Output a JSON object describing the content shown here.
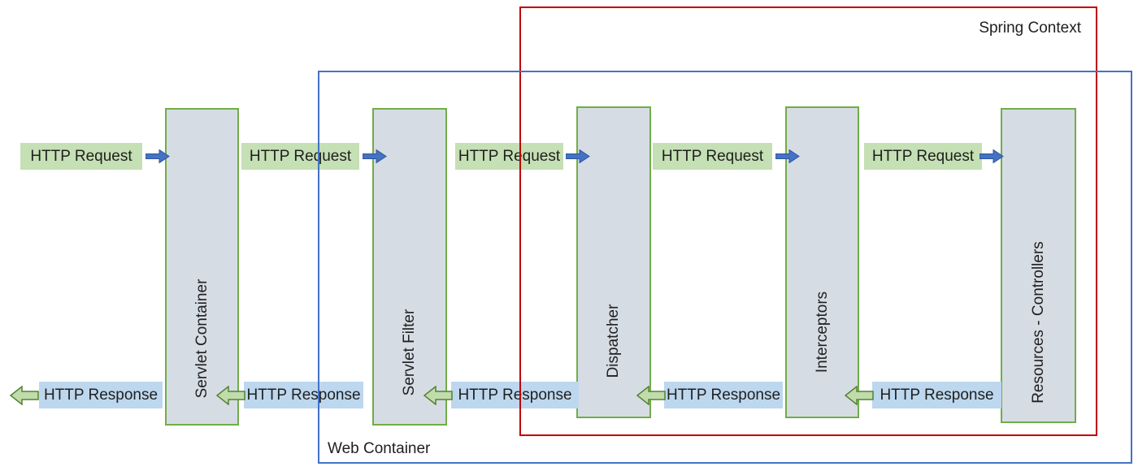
{
  "diagram": {
    "spring_context_label": "Spring Context",
    "web_container_label": "Web Container",
    "components": [
      {
        "label": "Servlet Container"
      },
      {
        "label": "Servlet Filter"
      },
      {
        "label": "Dispatcher"
      },
      {
        "label": "Interceptors"
      },
      {
        "label": "Resources - Controllers"
      }
    ],
    "request_flow": [
      {
        "text": "HTTP Request"
      },
      {
        "text": "HTTP Request"
      },
      {
        "text": "HTTP Request"
      },
      {
        "text": "HTTP Request"
      },
      {
        "text": "HTTP Request"
      }
    ],
    "response_flow": [
      {
        "text": "HTTP Response"
      },
      {
        "text": "HTTP Response"
      },
      {
        "text": "HTTP Response"
      },
      {
        "text": "HTTP Response"
      },
      {
        "text": "HTTP Response"
      }
    ],
    "colors": {
      "request_tag_bg": "#c5e0b4",
      "response_tag_bg": "#bdd7ee",
      "component_fill": "#d6dce4",
      "component_border": "#70ad47",
      "spring_context_border": "#c00000",
      "web_container_border": "#4472c4",
      "request_arrow_fill": "#4472c4",
      "request_arrow_border": "#2f5597",
      "response_arrow_fill": "#c1dcab",
      "response_arrow_border": "#538135",
      "text": "#1f1f1f"
    }
  }
}
